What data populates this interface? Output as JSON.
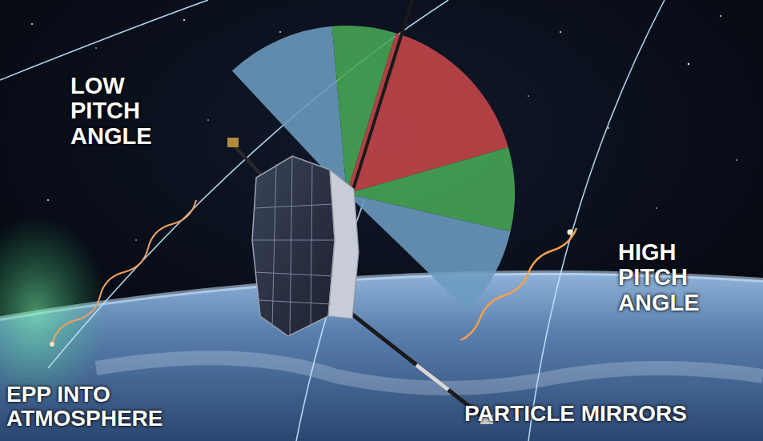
{
  "diagram": {
    "labels": [
      "LOW PITCH ANGLE",
      "HIGH PITCH ANGLE",
      "EPP INTO ATMOSPHERE",
      "PARTICLE MIRRORS"
    ]
  }
}
